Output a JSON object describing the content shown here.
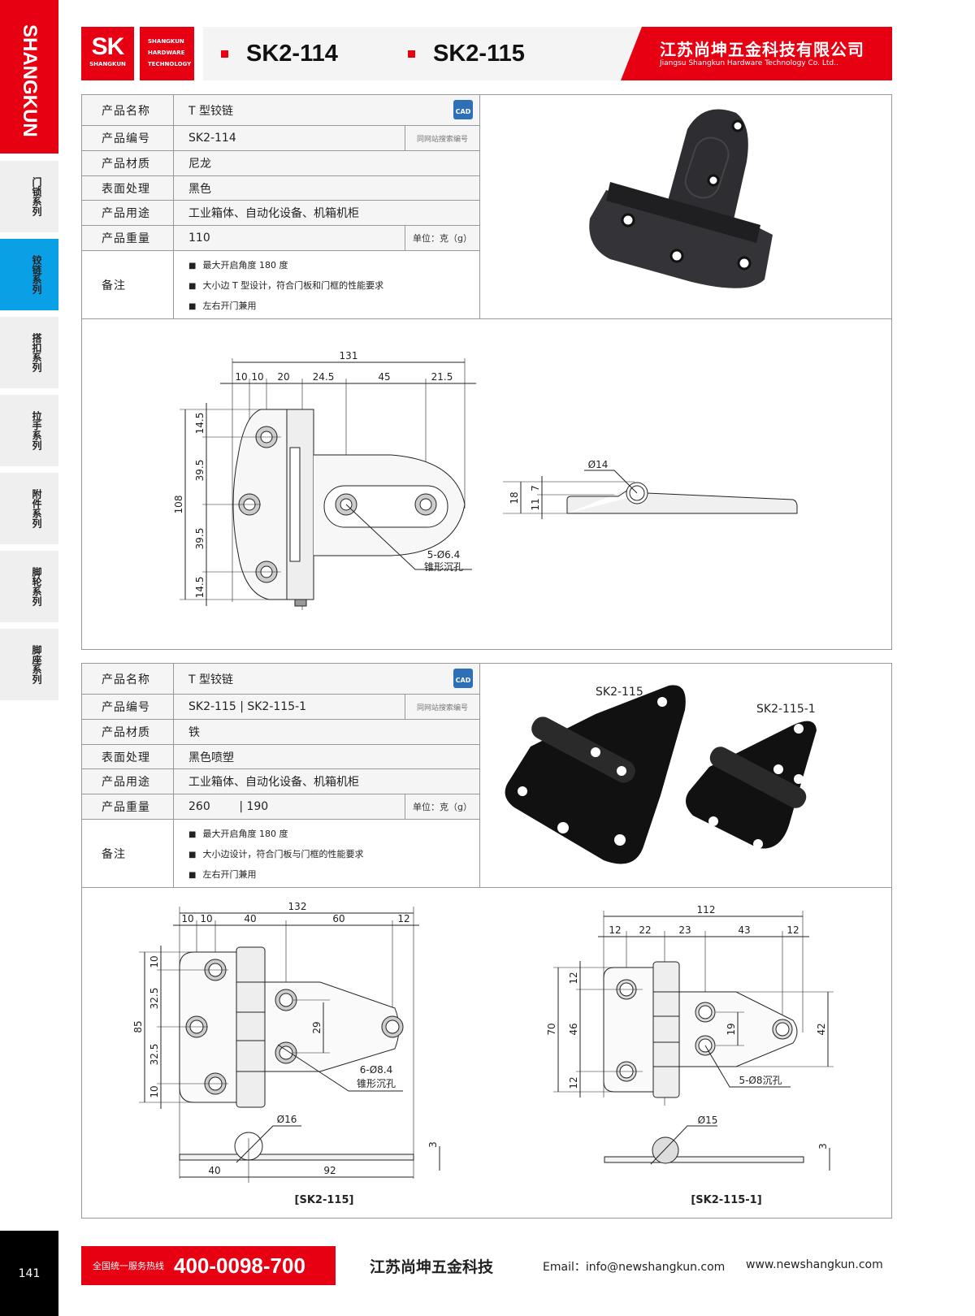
{
  "sidebar": {
    "brand": "SHANGKUN",
    "tabs": [
      "门锁系列",
      "铰链系列",
      "搭扣系列",
      "拉手系列",
      "附件系列",
      "脚轮系列",
      "脚座系列"
    ],
    "active_tab": "铰链系列"
  },
  "header": {
    "logo_mark": "SK",
    "logo_sub": "SHANGKUN",
    "logo_text": [
      "SHANGKUN",
      "HARDWARE",
      "TECHNOLOGY"
    ],
    "codes": [
      "SK2-114",
      "SK2-115"
    ],
    "company_cn": "江苏尚坤五金科技有限公司",
    "company_en": "Jiangsu Shangkun Hardware Technology Co. Ltd..",
    "brand_color": "#e60012"
  },
  "product1": {
    "labels": [
      "产品名称",
      "产品编号",
      "产品材质",
      "表面处理",
      "产品用途",
      "产品重量",
      "备注"
    ],
    "name": "T 型铰链",
    "code": "SK2-114",
    "search_hint": "同网站搜索编号",
    "material": "尼龙",
    "surface": "黑色",
    "usage": "工业箱体、自动化设备、机箱机柜",
    "weight": "110",
    "unit": "单位：克（g）",
    "notes": [
      "最大开启角度 180 度",
      "大小边 T 型设计，符合门板和门框的性能要求",
      "左右开门兼用"
    ],
    "cad": "CAD",
    "drawing": {
      "overall_width": "131",
      "h_dims": [
        "10",
        "10",
        "20",
        "24.5",
        "45",
        "21.5"
      ],
      "overall_height": "108",
      "v_dims": [
        "14.5",
        "39.5",
        "39.5",
        "14.5"
      ],
      "hole_note": "5-Ø6.4",
      "hole_type": "锥形沉孔",
      "side_diameter": "Ø14",
      "side_height": "18",
      "side_dims": [
        "11",
        "7"
      ]
    }
  },
  "product2": {
    "labels": [
      "产品名称",
      "产品编号",
      "产品材质",
      "表面处理",
      "产品用途",
      "产品重量",
      "备注"
    ],
    "name": "T 型铰链",
    "code": "SK2-115 | SK2-115-1",
    "search_hint": "同网站搜索编号",
    "material": "铁",
    "surface": "黑色喷塑",
    "usage": "工业箱体、自动化设备、机箱机柜",
    "weight": "260        | 190",
    "unit": "单位：克（g）",
    "notes": [
      "最大开启角度 180 度",
      "大小边设计，符合门板与门框的性能要求",
      "左右开门兼用"
    ],
    "cad": "CAD",
    "photo_labels": [
      "SK2-115",
      "SK2-115-1"
    ],
    "drawing_a": {
      "caption": "[SK2-115]",
      "overall_width": "132",
      "h_dims": [
        "10",
        "10",
        "40",
        "60",
        "12"
      ],
      "overall_height": "85",
      "v_dims": [
        "10",
        "32.5",
        "32.5",
        "10"
      ],
      "inner_dim": "29",
      "hole_note": "6-Ø8.4",
      "hole_type": "锥形沉孔",
      "side_diameter": "Ø16",
      "side_dims": [
        "40",
        "92"
      ],
      "thickness": "3"
    },
    "drawing_b": {
      "caption": "[SK2-115-1]",
      "overall_width": "112",
      "h_dims": [
        "12",
        "22",
        "23",
        "43",
        "12"
      ],
      "overall_height": "70",
      "v_dims": [
        "12",
        "46",
        "12"
      ],
      "inner_dim": "19",
      "leaf_height": "42",
      "hole_note": "5-Ø8沉孔",
      "side_diameter": "Ø15",
      "thickness": "3"
    }
  },
  "footer": {
    "page": "141",
    "hotline_label": "全国统一服务热线",
    "hotline": "400-0098-700",
    "company": "江苏尚坤五金科技",
    "email": "Email：info@newshangkun.com",
    "website": "www.newshangkun.com"
  }
}
